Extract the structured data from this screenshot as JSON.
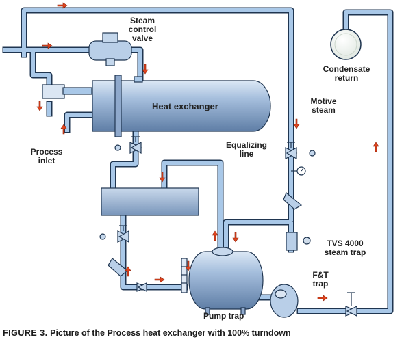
{
  "labels": {
    "steam_control_valve": [
      "Steam",
      "control",
      "valve"
    ],
    "heat_exchanger": "Heat exchanger",
    "process_inlet": [
      "Process",
      "inlet"
    ],
    "equalizing_line": [
      "Equalizing",
      "line"
    ],
    "condensate_return": [
      "Condensate",
      "return"
    ],
    "motive_steam": [
      "Motive",
      "steam"
    ],
    "tvs_trap": [
      "TVS 4000",
      "steam trap"
    ],
    "ft_trap": [
      "F&T",
      "trap"
    ],
    "pump_trap": "Pump trap"
  },
  "caption": {
    "figure": "FIGURE 3.",
    "text": "Picture of the Process heat exchanger with 100% turndown"
  },
  "colors": {
    "pipe": "#a9c8e8",
    "pipe_outline": "#1f3550",
    "vessel": "#8eaacd",
    "arrow": "#e0451f"
  }
}
